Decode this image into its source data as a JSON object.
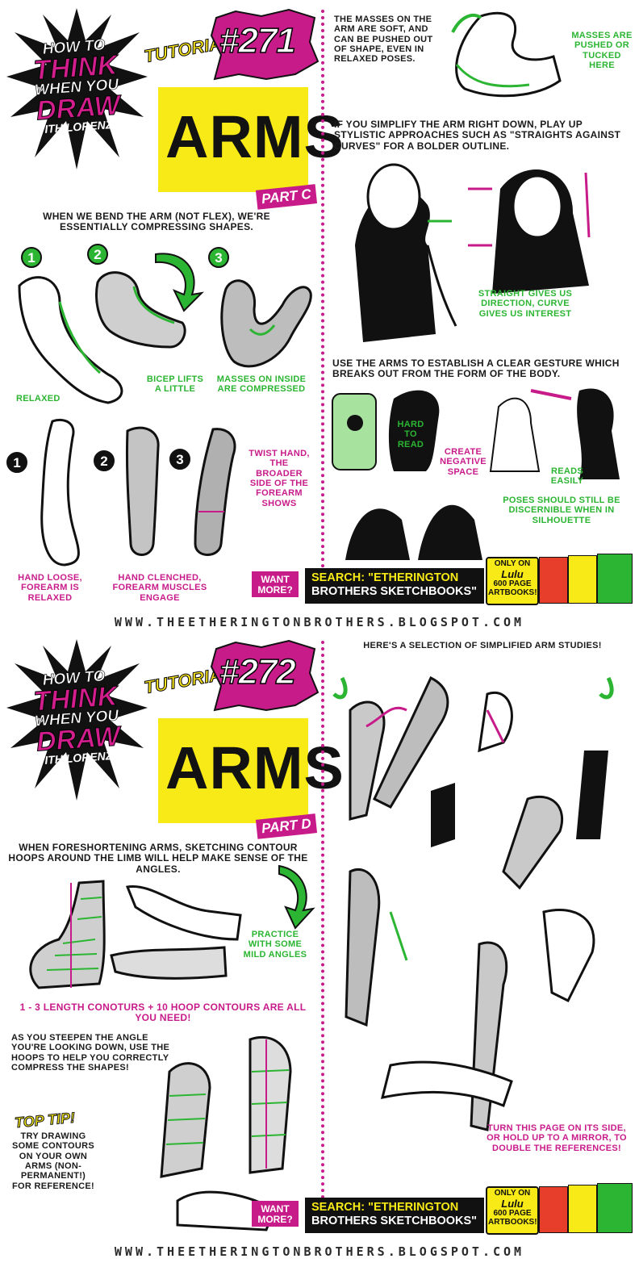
{
  "colors": {
    "accent_green": "#2bb532",
    "accent_magenta": "#c81b8a",
    "accent_yellow": "#f7ea16",
    "ink": "#1a1a1a",
    "arm_grey": "#c9c9c9"
  },
  "logo": {
    "how_to": "HOW TO",
    "think": "THINK",
    "when_you": "WHEN YOU",
    "draw": "DRAW",
    "with_sig": "WITH LORENZO!"
  },
  "tutorials": [
    {
      "tutorial_label": "TUTORIAL",
      "number": "#271",
      "title": "ARMS",
      "part": "PART C",
      "left": {
        "intro": "WHEN WE BEND THE ARM (NOT FLEX), WE'RE ESSENTIALLY COMPRESSING SHAPES.",
        "steps_row1": [
          "1",
          "2",
          "3"
        ],
        "label_relaxed": "RELAXED",
        "label_bicep": "BICEP LIFTS A LITTLE",
        "label_masses": "MASSES ON INSIDE ARE COMPRESSED",
        "steps_row2": [
          "1",
          "2",
          "3"
        ],
        "label_twist": "TWIST HAND, THE BROADER SIDE OF THE FOREARM SHOWS",
        "label_loose": "HAND LOOSE, FOREARM IS RELAXED",
        "label_clenched": "HAND CLENCHED, FOREARM MUSCLES ENGAGE"
      },
      "right": {
        "masses_soft": "THE MASSES ON THE ARM ARE SOFT, AND CAN BE PUSHED OUT OF SHAPE, EVEN IN RELAXED POSES.",
        "masses_pushed": "MASSES ARE PUSHED OR TUCKED HERE",
        "simplify": "IF YOU SIMPLIFY THE ARM RIGHT DOWN, PLAY UP STYLISTIC APPROACHES SUCH AS \"STRAIGHTS AGAINST CURVES\" FOR A BOLDER OUTLINE.",
        "straight_gives": "STRAIGHT GIVES US DIRECTION, CURVE GIVES US INTEREST",
        "gesture": "USE THE ARMS TO ESTABLISH A CLEAR GESTURE WHICH BREAKS OUT FROM THE FORM OF THE BODY.",
        "hard_to_read": "HARD TO READ",
        "negative_space": "CREATE NEGATIVE SPACE",
        "reads_easily": "READS EASILY",
        "silhouette": "POSES SHOULD STILL BE DISCERNIBLE WHEN IN SILHOUETTE"
      },
      "promo": {
        "want_more": "WANT MORE?",
        "search_line1": "SEARCH: \"ETHERINGTON",
        "search_line2": "BROTHERS SKETCHBOOKS\"",
        "only_on": "ONLY ON",
        "lulu": "Lulu",
        "artbooks": "600 PAGE ARTBOOKS!"
      },
      "url": "WWW.THEETHERINGTONBROTHERS.BLOGSPOT.COM"
    },
    {
      "tutorial_label": "TUTORIAL",
      "number": "#272",
      "title": "ARMS",
      "part": "PART D",
      "left": {
        "intro": "WHEN FORESHORTENING ARMS, SKETCHING CONTOUR HOOPS AROUND THE LIMB WILL HELP MAKE SENSE OF THE ANGLES.",
        "practice": "PRACTICE WITH SOME MILD ANGLES",
        "contours": "1 - 3 LENGTH CONOTURS + 10 HOOP CONTOURS ARE ALL YOU NEED!",
        "steepen": "AS YOU STEEPEN THE ANGLE YOU'RE LOOKING DOWN, USE THE HOOPS TO HELP YOU CORRECTLY COMPRESS THE SHAPES!",
        "top_tip": "TOP TIP!",
        "tip_text": "TRY DRAWING SOME CONTOURS ON YOUR OWN ARMS (NON-PERMANENT!) FOR REFERENCE!"
      },
      "right": {
        "selection": "HERE'S A SELECTION OF SIMPLIFIED ARM STUDIES!",
        "turn_page": "TURN THIS PAGE ON ITS SIDE, OR HOLD UP TO A MIRROR, TO DOUBLE THE REFERENCES!"
      },
      "promo": {
        "want_more": "WANT MORE?",
        "search_line1": "SEARCH: \"ETHERINGTON",
        "search_line2": "BROTHERS SKETCHBOOKS\"",
        "only_on": "ONLY ON",
        "lulu": "Lulu",
        "artbooks": "600 PAGE ARTBOOKS!"
      },
      "url": "WWW.THEETHERINGTONBROTHERS.BLOGSPOT.COM"
    }
  ]
}
